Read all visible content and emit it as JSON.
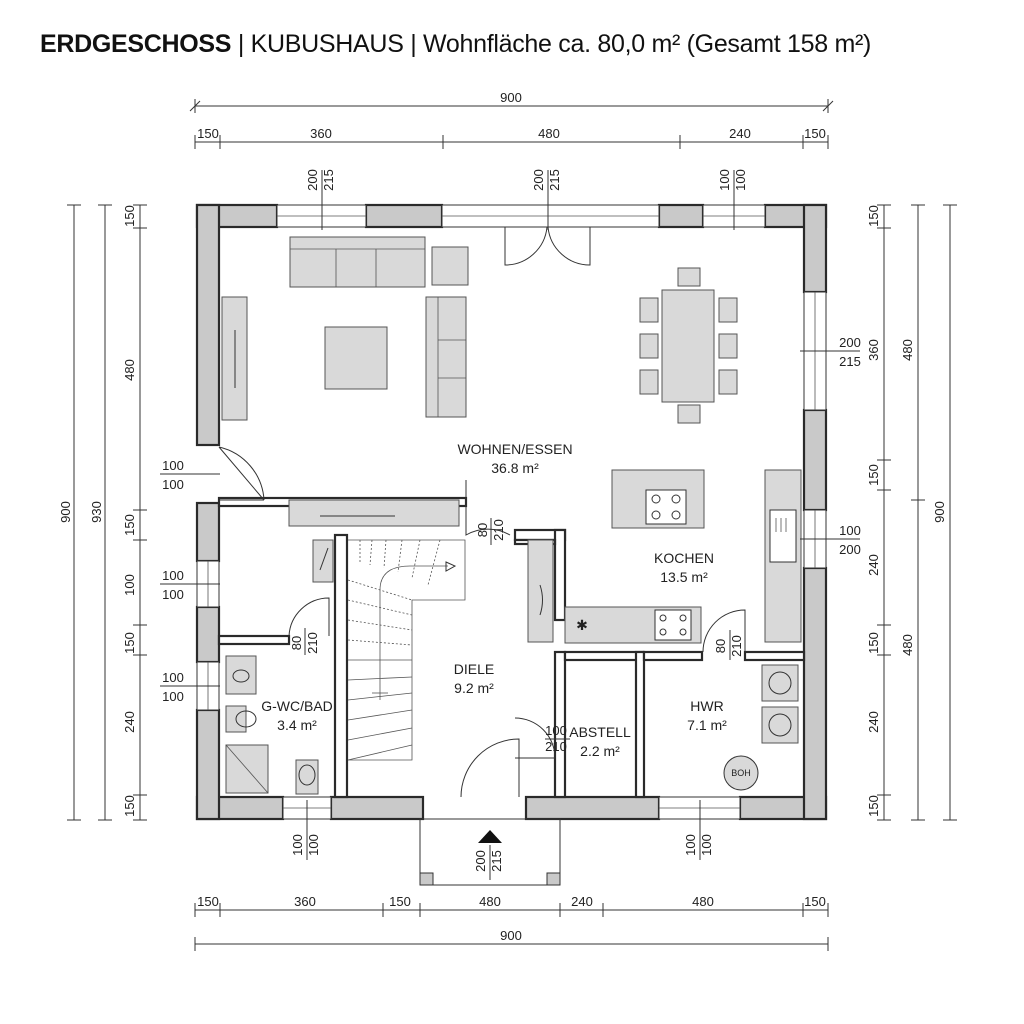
{
  "title": {
    "part1": "ERDGESCHOSS",
    "part2": " | KUBUSHAUS | Wohnfläche ca. 80,0 m² (Gesamt 158 m²)"
  },
  "dims_top": {
    "total": "900",
    "a": "150",
    "b": "360",
    "c": "480",
    "d": "240",
    "e": "150"
  },
  "dims_bottom": {
    "total": "900",
    "a": "150",
    "b": "360",
    "c": "150",
    "d": "480",
    "e": "240",
    "f": "480",
    "g": "150"
  },
  "dims_left": {
    "total1": "900",
    "total2": "930",
    "a": "150",
    "b": "480",
    "c": "150",
    "d": "100",
    "e": "150",
    "f": "240",
    "g": "150"
  },
  "dims_right": {
    "total1": "900",
    "a": "150",
    "b": "360",
    "c": "480",
    "d": "150",
    "e": "240",
    "f": "150",
    "g": "480",
    "h": "240",
    "i": "150"
  },
  "openings": {
    "top1_a": "200",
    "top1_b": "215",
    "top2_a": "200",
    "top2_b": "215",
    "top3_a": "100",
    "top3_b": "100",
    "right1_a": "200",
    "right1_b": "215",
    "right2_a": "100",
    "right2_b": "200",
    "left1_a": "100",
    "left1_b": "100",
    "left2_a": "100",
    "left2_b": "100",
    "left3_a": "100",
    "left3_b": "100",
    "bot1_a": "100",
    "bot1_b": "100",
    "bot2_a": "200",
    "bot2_b": "215",
    "bot3_a": "100",
    "bot3_b": "100",
    "door_wohnen_a": "80",
    "door_wohnen_b": "210",
    "door_wc_a": "80",
    "door_wc_b": "210",
    "door_hwr_a": "80",
    "door_hwr_b": "210",
    "door_abstell_a": "100",
    "door_abstell_b": "210"
  },
  "rooms": {
    "wohnen_name": "WOHNEN/ESSEN",
    "wohnen_area": "36.8 m²",
    "kochen_name": "KOCHEN",
    "kochen_area": "13.5 m²",
    "diele_name": "DIELE",
    "diele_area": "9.2 m²",
    "wc_name": "G-WC/BAD",
    "wc_area": "3.4 m²",
    "abstell_name": "ABSTELL",
    "abstell_area": "2.2 m²",
    "hwr_name": "HWR",
    "hwr_area": "7.1 m²"
  },
  "labels": {
    "boiler": "BOH"
  }
}
